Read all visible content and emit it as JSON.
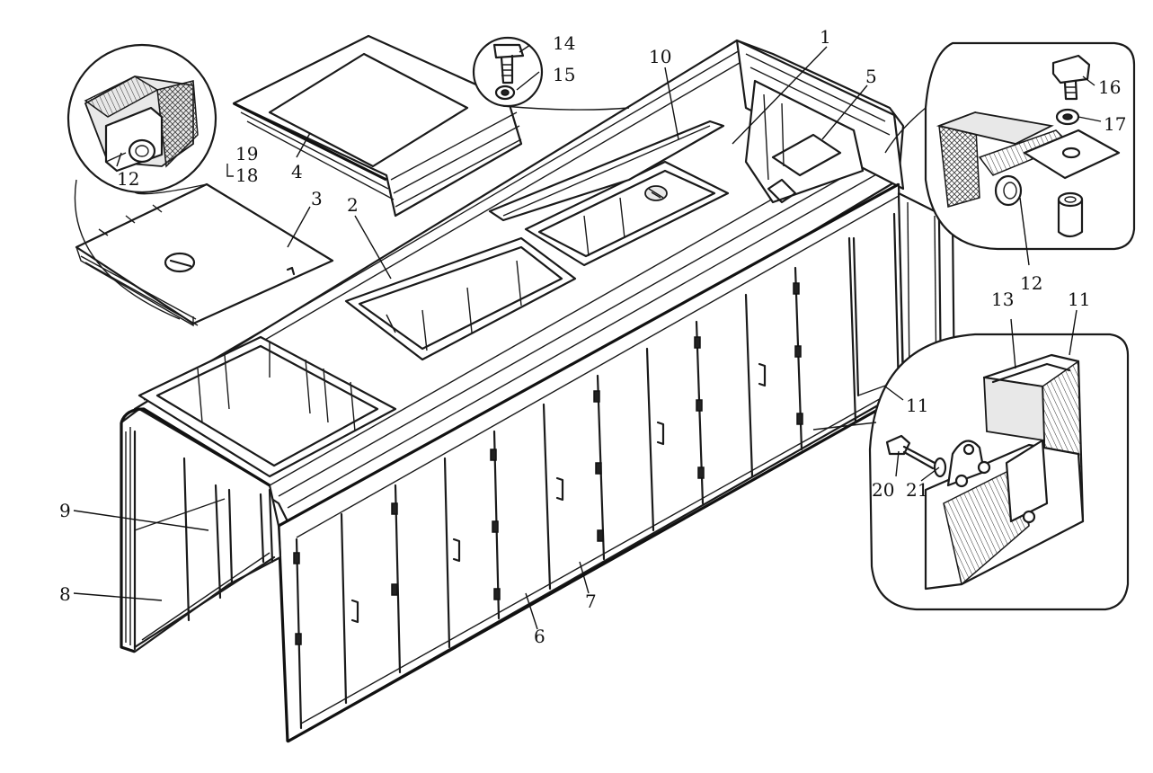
{
  "diagram": {
    "colors": {
      "line": "#1a1a1a",
      "background": "#ffffff",
      "hatch": "#444444"
    },
    "labels": [
      {
        "id": "l1",
        "text": "1"
      },
      {
        "id": "l2",
        "text": "2"
      },
      {
        "id": "l3",
        "text": "3"
      },
      {
        "id": "l4",
        "text": "4"
      },
      {
        "id": "l5",
        "text": "5"
      },
      {
        "id": "l6",
        "text": "6"
      },
      {
        "id": "l7",
        "text": "7"
      },
      {
        "id": "l8",
        "text": "8"
      },
      {
        "id": "l9",
        "text": "9"
      },
      {
        "id": "l10",
        "text": "10"
      },
      {
        "id": "l11a",
        "text": "11"
      },
      {
        "id": "l11b",
        "text": "11"
      },
      {
        "id": "l12a",
        "text": "12"
      },
      {
        "id": "l12b",
        "text": "12"
      },
      {
        "id": "l13",
        "text": "13"
      },
      {
        "id": "l14",
        "text": "14"
      },
      {
        "id": "l15",
        "text": "15"
      },
      {
        "id": "l16",
        "text": "16"
      },
      {
        "id": "l17",
        "text": "17"
      },
      {
        "id": "l18",
        "text": "18"
      },
      {
        "id": "l19",
        "text": "19"
      },
      {
        "id": "l20",
        "text": "20"
      },
      {
        "id": "l21",
        "text": "21"
      }
    ]
  }
}
